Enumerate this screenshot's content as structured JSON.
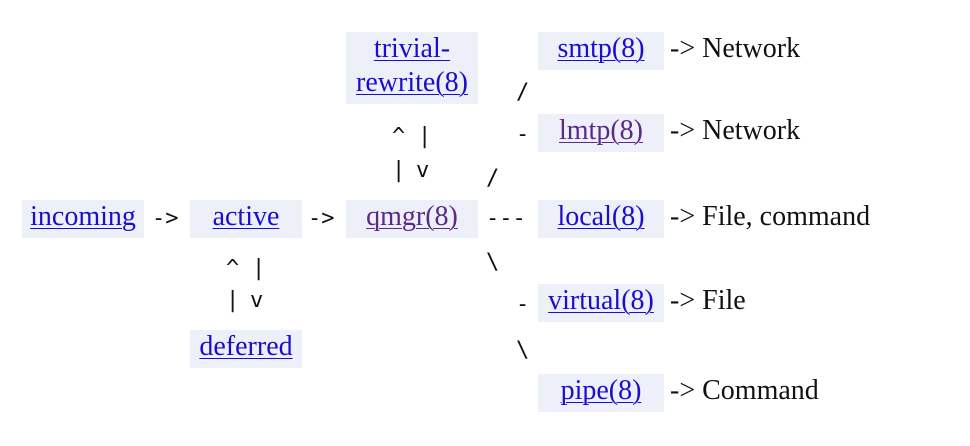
{
  "nodes": {
    "incoming": "incoming",
    "active": "active",
    "deferred": "deferred",
    "qmgr": "qmgr(8)",
    "trivial_rewrite_1": "trivial-",
    "trivial_rewrite_2": "rewrite(8)",
    "smtp": "smtp(8)",
    "lmtp": "lmtp(8)",
    "local": "local(8)",
    "virtual": "virtual(8)",
    "pipe": "pipe(8)"
  },
  "destinations": {
    "smtp": "-> Network",
    "lmtp": "-> Network",
    "local": "-> File, command",
    "virtual": "-> File",
    "pipe": "-> Command"
  },
  "connectors": {
    "incoming_to_active": "->",
    "active_to_qmgr": "->",
    "up_arrow": "^",
    "down_arrow": "v",
    "bar": "|",
    "slash": "/",
    "backslash": "\\",
    "dash": "-",
    "triple_dash": "---"
  },
  "colors": {
    "link": "#1a0dcc",
    "visited_link": "#5b2a86",
    "box_background": "#eef0f9"
  }
}
